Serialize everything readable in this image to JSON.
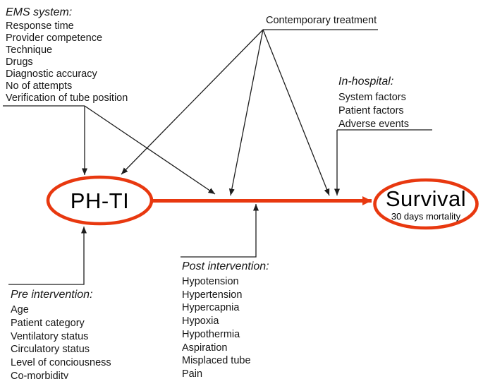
{
  "nodes": {
    "ph_ti": {
      "label": "PH-TI"
    },
    "survival": {
      "label": "Survival",
      "sublabel": "30 days mortality"
    }
  },
  "factors": {
    "ems": {
      "heading": "EMS system:",
      "items": [
        "Response time",
        "Provider competence",
        "Technique",
        "Drugs",
        "Diagnostic accuracy",
        "No of attempts",
        "Verification of tube position"
      ]
    },
    "contemporary": {
      "label": "Contemporary treatment"
    },
    "in_hospital": {
      "heading": "In-hospital:",
      "items": [
        "System factors",
        "Patient factors",
        "Adverse events"
      ]
    },
    "post": {
      "heading": "Post intervention:",
      "items": [
        "Hypotension",
        "Hypertension",
        "Hypercapnia",
        "Hypoxia",
        "Hypothermia",
        "Aspiration",
        "Misplaced tube",
        "Pain"
      ]
    },
    "pre": {
      "heading": "Pre intervention:",
      "items": [
        "Age",
        "Patient category",
        "Ventilatory status",
        "Circulatory status",
        "Level of conciousness",
        "Co-morbidity"
      ]
    }
  },
  "colors": {
    "arrow_red": "#e8380f",
    "line_black": "#1d1d1d"
  }
}
